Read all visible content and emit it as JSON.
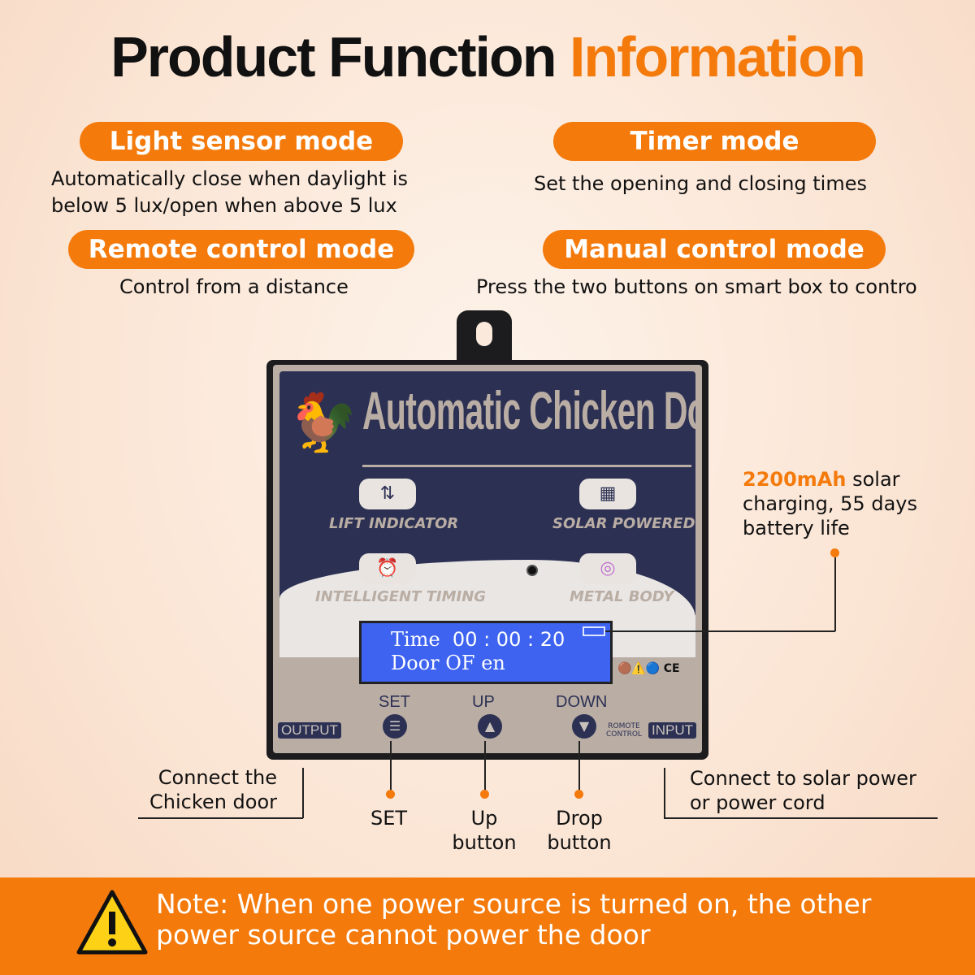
{
  "title": {
    "part1": "Product Function",
    "part2": "Information"
  },
  "modes": [
    {
      "label": "Light sensor mode",
      "desc_line1": "Automatically close when daylight is",
      "desc_line2": "below 5 lux/open when above 5 lux"
    },
    {
      "label": "Timer mode",
      "desc": "Set the opening and closing times"
    },
    {
      "label": "Remote control mode",
      "desc": "Control from a distance"
    },
    {
      "label": "Manual control mode",
      "desc": "Press the two buttons on smart box to contro"
    }
  ],
  "device": {
    "brand": "Automatic Chicken Door",
    "features": [
      "LIFT INDICATOR",
      "SOLAR POWERED",
      "INTELLIGENT TIMING",
      "METAL BODY"
    ],
    "lcd": {
      "line1_label": "Time",
      "line1_value": "00 : 00 : 20",
      "line2": "Door OF en"
    },
    "buttons": {
      "set": "SET",
      "up": "UP",
      "down": "DOWN"
    },
    "ports": {
      "output": "OUTPUT",
      "input": "INPUT",
      "remote_line1": "ROMOTE",
      "remote_line2": "CONTROL"
    },
    "ce": "CE"
  },
  "callouts": {
    "battery_highlight": "2200mAh",
    "battery_rest_1": "solar",
    "battery_line2": "charging, 55 days",
    "battery_line3": "battery life",
    "output_line1": "Connect the",
    "output_line2": "Chicken door",
    "set": "SET",
    "up_line1": "Up",
    "up_line2": "button",
    "drop_line1": "Drop",
    "drop_line2": "button",
    "input_line1": "Connect to solar power",
    "input_line2": "or power cord"
  },
  "note": {
    "text": "Note: When one power source is turned on, the other power source cannot power the door"
  },
  "colors": {
    "accent": "#f47a0c",
    "panel": "#2c3154",
    "lcd": "#3d63f0"
  }
}
